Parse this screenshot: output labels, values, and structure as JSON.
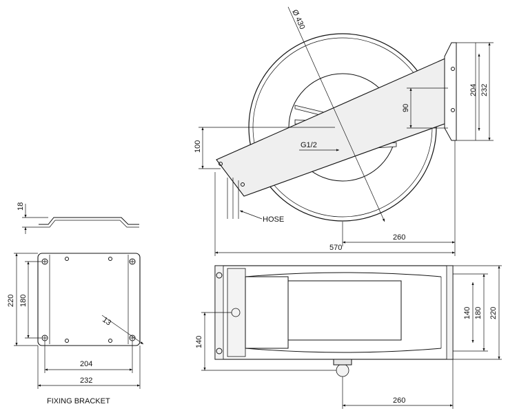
{
  "side_view": {
    "diameter_label": "Ø 430",
    "dim_height_outer": "232",
    "dim_height_inner": "204",
    "dim_offset_90": "90",
    "dim_offset_100": "100",
    "thread_label": "G1/2",
    "hose_label": "HOSE",
    "dim_width_total": "570",
    "dim_width_260": "260"
  },
  "front_view": {
    "dim_height_outer": "220",
    "dim_height_inner": "180",
    "dim_height_140_right": "140",
    "dim_height_140_left": "140",
    "dim_width_260": "260"
  },
  "bracket": {
    "title": "FIXING BRACKET",
    "dim_thickness": "18",
    "dim_height_outer": "220",
    "dim_height_inner": "180",
    "dim_hole": "13",
    "dim_width_inner": "204",
    "dim_width_outer": "232"
  }
}
